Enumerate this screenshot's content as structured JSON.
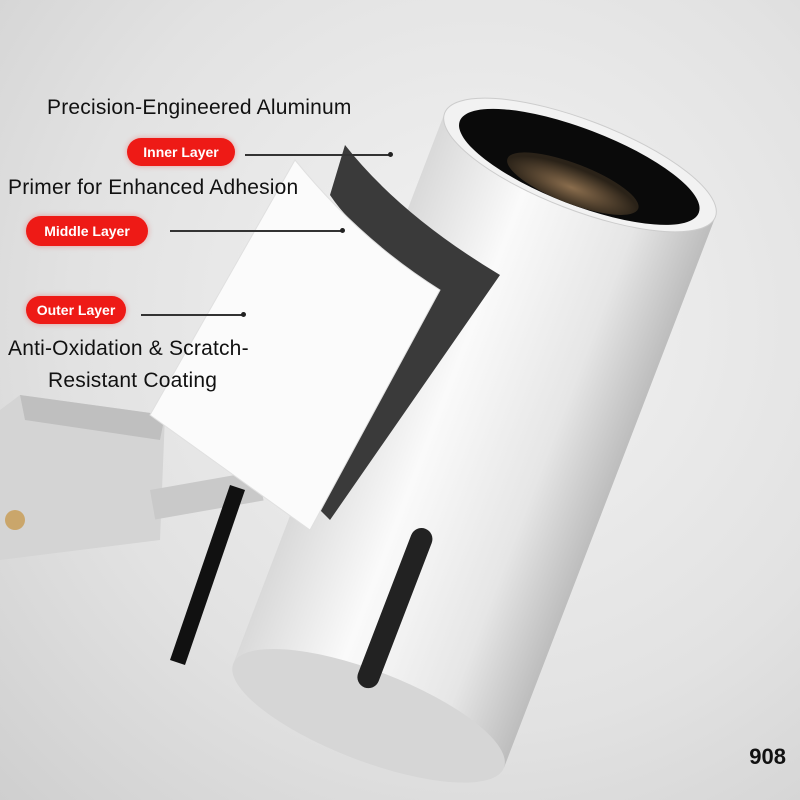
{
  "labels": {
    "aluminum": "Precision-Engineered Aluminum",
    "inner_layer": "Inner Layer",
    "primer": "Primer for Enhanced Adhesion",
    "middle_layer": "Middle Layer",
    "outer_layer": "Outer Layer",
    "coating_line1": "Anti-Oxidation & Scratch-",
    "coating_line2": "Resistant Coating"
  },
  "model_number": "908",
  "colors": {
    "badge": "#ee1a16",
    "text": "#111111"
  }
}
